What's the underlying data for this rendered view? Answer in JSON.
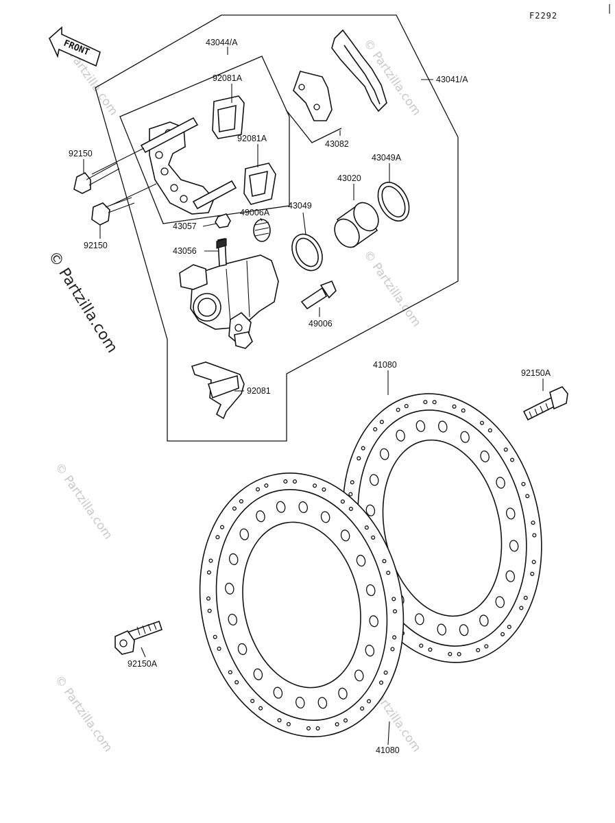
{
  "diagram_code": "F2292",
  "front_label": "FRONT",
  "watermark": "© Partzilla.com",
  "labels": {
    "l43044A": "43044/A",
    "l43041A": "43041/A",
    "l92081A_1": "92081A",
    "l92081A_2": "92081A",
    "l43082": "43082",
    "l92150_top": "92150",
    "l92150_bottom": "92150",
    "l43049A": "43049A",
    "l43020": "43020",
    "l43057": "43057",
    "l49006A": "49006A",
    "l43049": "43049",
    "l43056": "43056",
    "l49006": "49006",
    "l92081": "92081",
    "l41080_top": "41080",
    "l41080_bottom": "41080",
    "l92150A_right": "92150A",
    "l92150A_left": "92150A"
  }
}
